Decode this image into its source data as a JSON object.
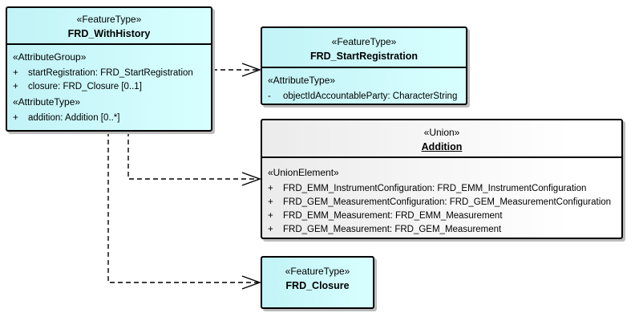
{
  "colors": {
    "feature_type_fill": "#ccffff",
    "union_fill": "#ebebeb",
    "border": "#000000",
    "text": "#000000"
  },
  "boxes": [
    {
      "stereotype": "«FeatureType»",
      "name": "FRD_WithHistory",
      "sections": [
        {
          "heading": "«AttributeGroup»",
          "rows": [
            {
              "vis": "+",
              "text": "startRegistration: FRD_StartRegistration"
            },
            {
              "vis": "+",
              "text": "closure: FRD_Closure [0..1]"
            }
          ]
        },
        {
          "heading": "«AttributeType»",
          "rows": [
            {
              "vis": "+",
              "text": "addition: Addition [0..*]"
            }
          ]
        }
      ]
    },
    {
      "stereotype": "«FeatureType»",
      "name": "FRD_StartRegistration",
      "sections": [
        {
          "heading": "«AttributeType»",
          "rows": [
            {
              "vis": "-",
              "text": "objectIdAccountableParty: CharacterString"
            }
          ]
        }
      ]
    },
    {
      "stereotype": "«Union»",
      "name": "Addition",
      "sections": [
        {
          "heading": "«UnionElement»",
          "rows": [
            {
              "vis": "+",
              "text": "FRD_EMM_InstrumentConfiguration: FRD_EMM_InstrumentConfiguration"
            },
            {
              "vis": "+",
              "text": "FRD_GEM_MeasurementConfiguration: FRD_GEM_MeasurementConfiguration"
            },
            {
              "vis": "+",
              "text": "FRD_EMM_Measurement: FRD_EMM_Measurement"
            },
            {
              "vis": "+",
              "text": "FRD_GEM_Measurement: FRD_GEM_Measurement"
            }
          ]
        }
      ]
    },
    {
      "stereotype": "«FeatureType»",
      "name": "FRD_Closure",
      "sections": []
    }
  ],
  "connectors": [
    {
      "type": "dependency",
      "style": "dashed-open-arrow",
      "from": "FRD_WithHistory",
      "to": "FRD_StartRegistration"
    },
    {
      "type": "dependency",
      "style": "dashed-open-arrow",
      "from": "FRD_WithHistory",
      "to": "Addition"
    },
    {
      "type": "dependency",
      "style": "dashed-open-arrow",
      "from": "FRD_WithHistory",
      "to": "FRD_Closure"
    }
  ]
}
